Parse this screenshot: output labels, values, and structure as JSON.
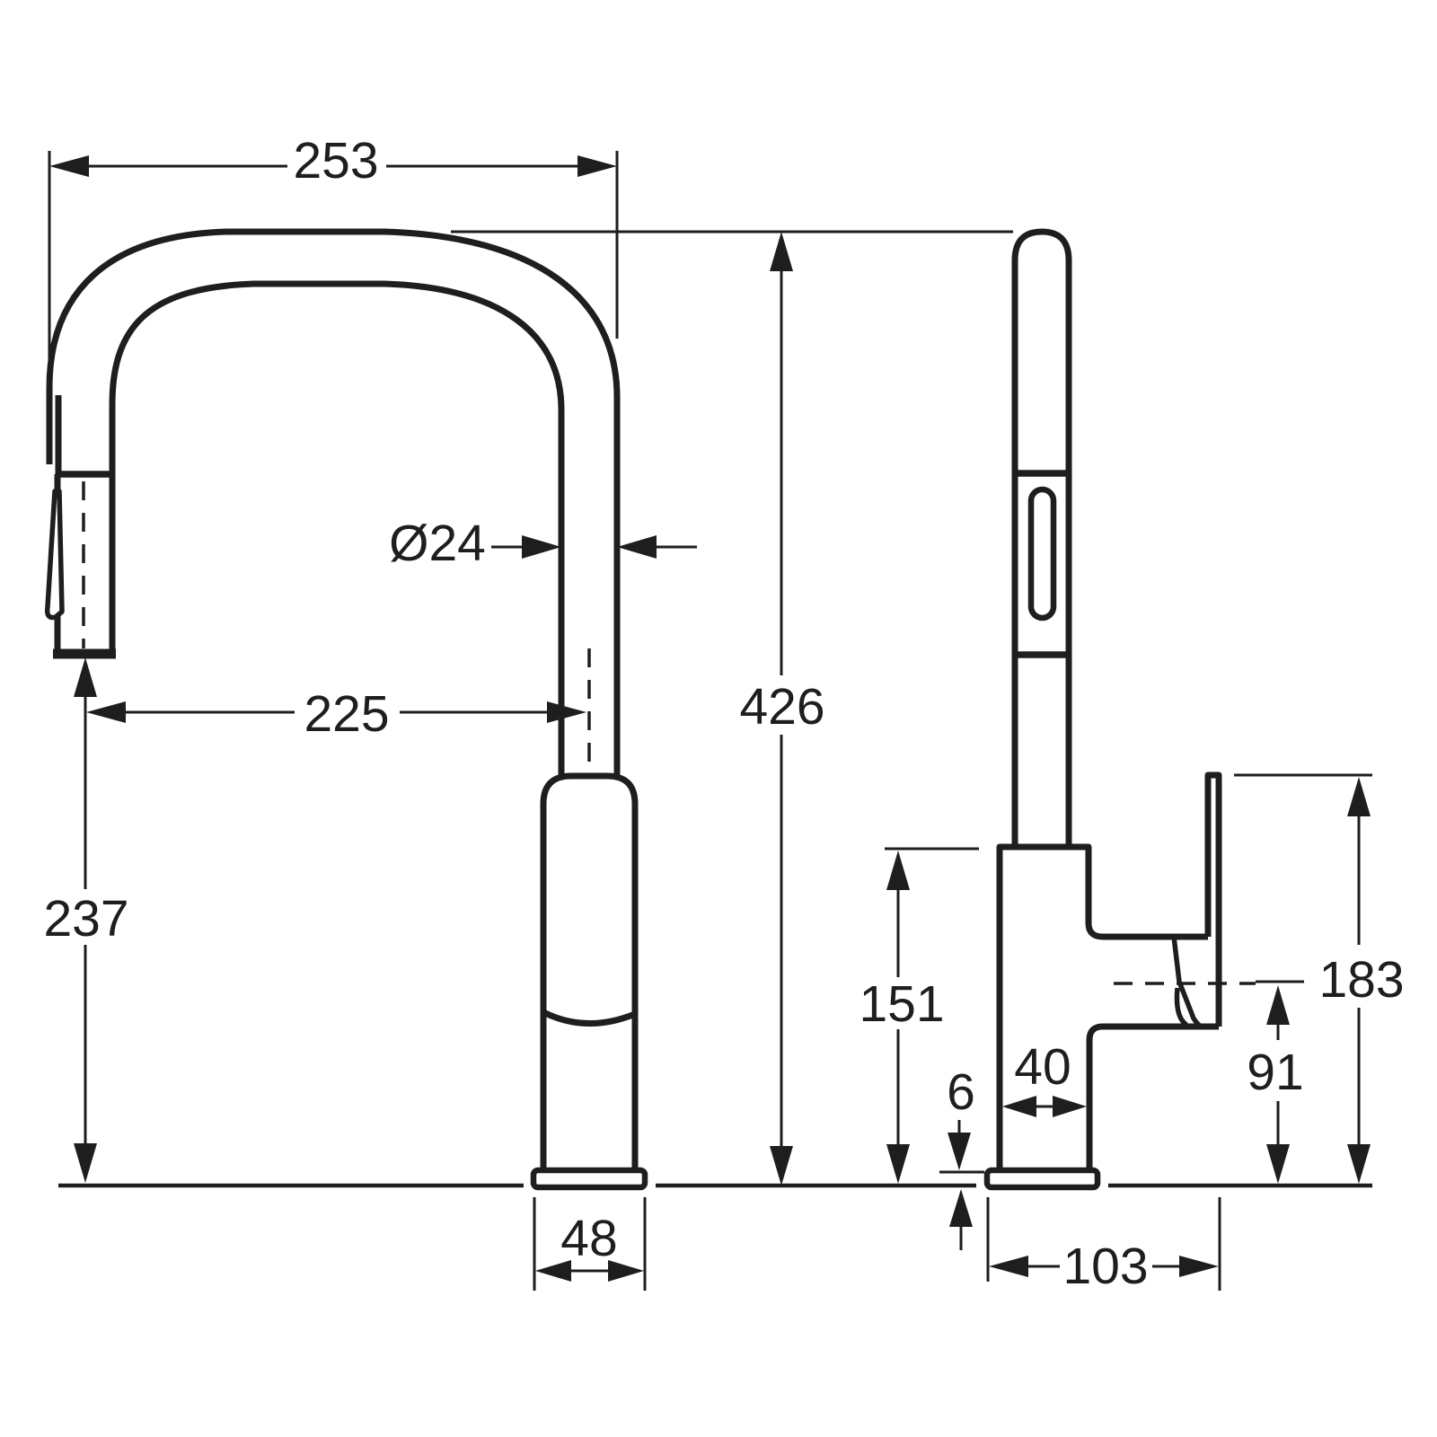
{
  "drawing": {
    "type": "faucet-dimension-drawing",
    "colors": {
      "ink": "#1e1e1c",
      "background": "#ffffff"
    }
  },
  "dimensions": {
    "spout_reach": "253",
    "spout_diameter": "Ø24",
    "spout_projection": "225",
    "outlet_height": "237",
    "overall_height": "426",
    "front_base_width": "48",
    "body_top_height": "151",
    "base_plate_height": "6",
    "body_depth": "40",
    "handle_pivot_height": "91",
    "handle_top_height": "183",
    "side_base_depth": "103"
  }
}
